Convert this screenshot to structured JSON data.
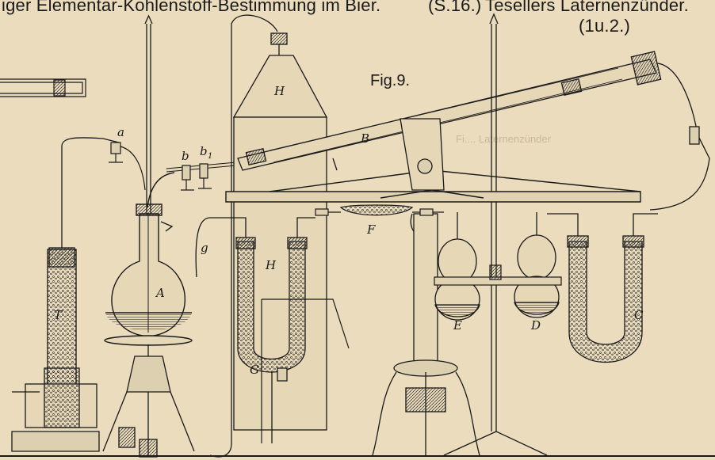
{
  "title_left": "iger Elementar-Kohlenstoff-Bestimmung im Bier.",
  "title_left_note": "(S.16.)",
  "title_right": "Tesellers Laternenzünder.",
  "title_right_note": "(1u.2.)",
  "figure_label": "Fig.9.",
  "show_through_text": "Fi.... Laternenzünder",
  "labels": {
    "a": "a",
    "b": "b",
    "b1": "b",
    "b1_sub": "1",
    "H_top": "H",
    "B": "B",
    "F": "F",
    "g": "g",
    "H_lower": "H",
    "A": "A",
    "T": "T",
    "G": "G",
    "E": "E",
    "D": "D",
    "C": "C"
  },
  "colors": {
    "paper": "#eadcbd",
    "ink": "#1a1a1a",
    "ghost": "#c9b99a"
  }
}
